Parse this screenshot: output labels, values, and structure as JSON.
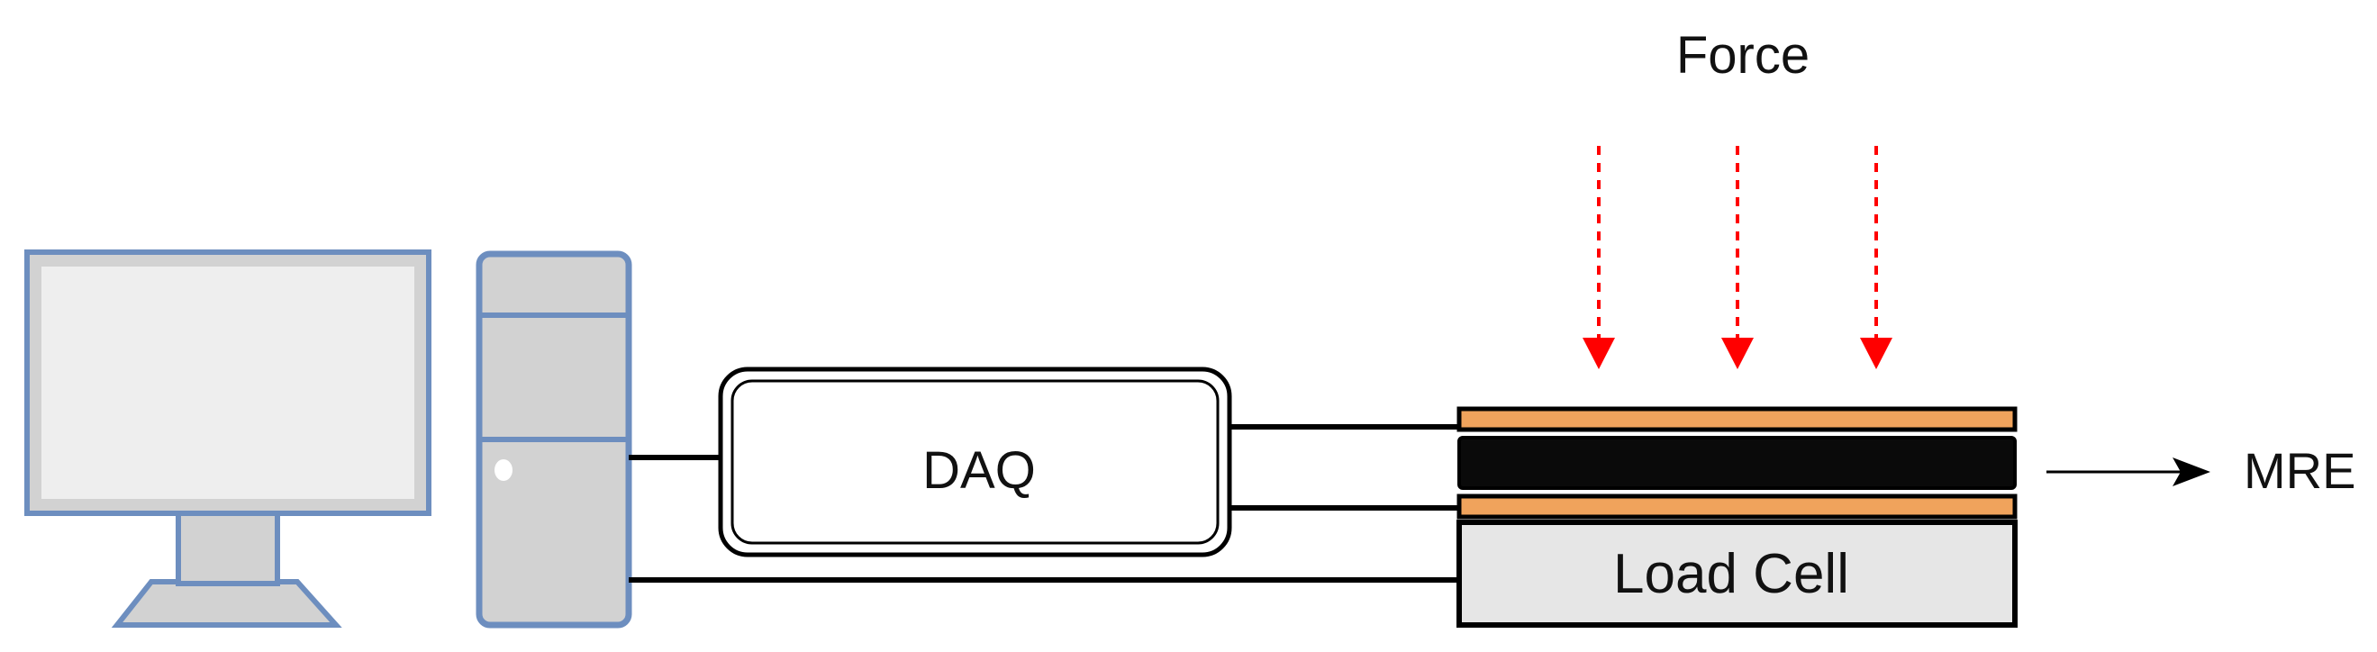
{
  "labels": {
    "force": "Force",
    "daq": "DAQ",
    "mre": "MRE",
    "load_cell": "Load Cell"
  },
  "colors": {
    "computer_outline": "#6d8ebf",
    "computer_fill": "#d2d2d2",
    "screen_fill": "#eeeeee",
    "force_arrows": "#ff0000",
    "electrode_strips": "#f0a35c",
    "mre_layer": "#0a0a0a",
    "load_cell_fill": "#e6e6e6",
    "wires": "#000000"
  },
  "icons": {
    "monitor": "monitor-icon",
    "tower": "computer-tower-icon"
  }
}
